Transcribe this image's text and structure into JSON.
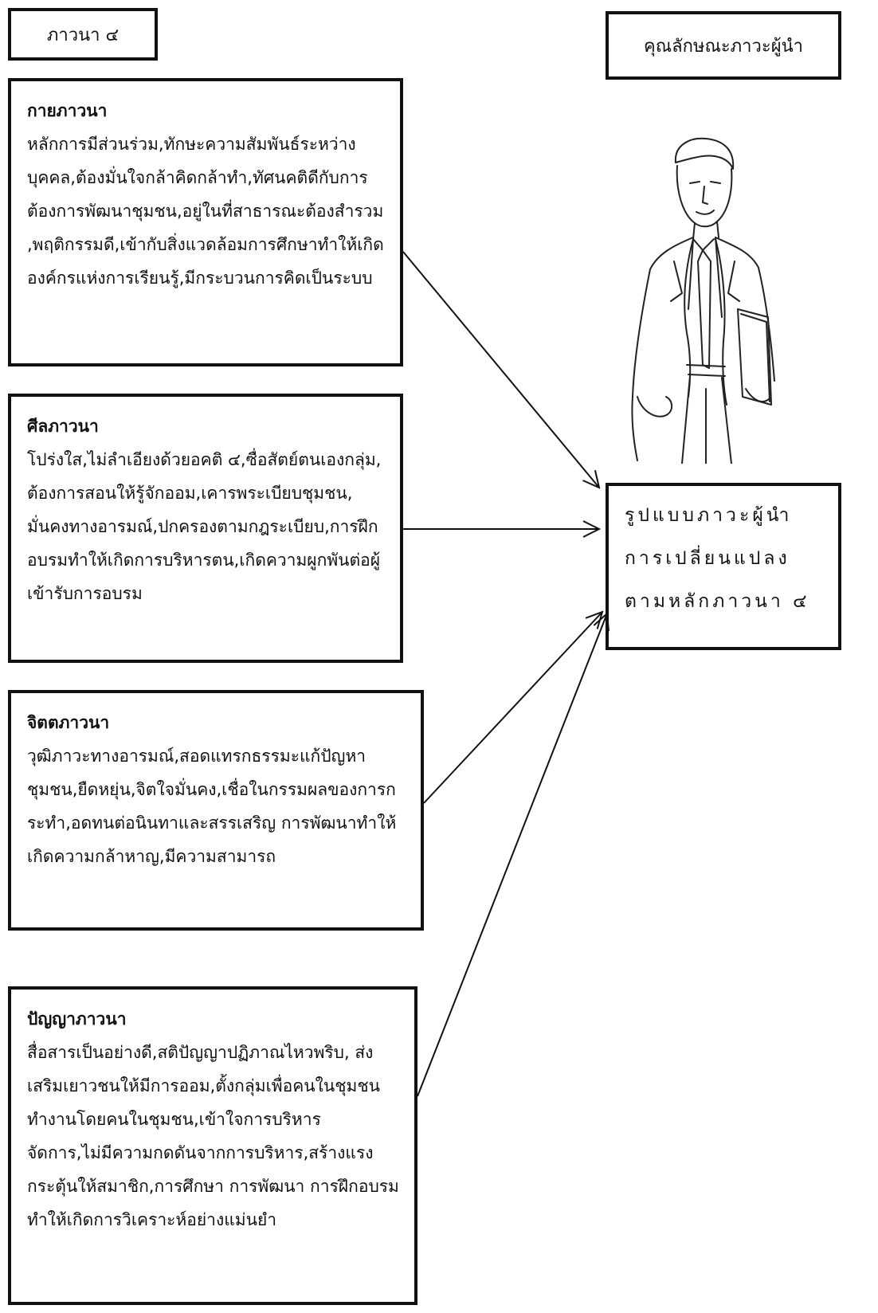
{
  "header_left": "ภาวนา ๔",
  "header_right": "คุณลักษณะภาวะผู้นำ",
  "boxes": [
    {
      "title": "กายภาวนา",
      "text": "หลักการมีส่วนร่วม,ทักษะความสัมพันธ์ระหว่างบุคคล,ต้องมั่นใจกล้าคิดกล้าทำ,ทัศนคติดีกับการต้องการพัฒนาชุมชน,อยู่ในที่สาธารณะต้องสำรวม ,พฤติกรรมดี,เข้ากับสิ่งแวดล้อมการศึกษาทำให้เกิดองค์กรแห่งการเรียนรู้,มีกระบวนการคิดเป็นระบบ"
    },
    {
      "title": "ศีลภาวนา",
      "text": "โปร่งใส,ไม่ลำเอียงด้วยอคติ ๔,ซื่อสัตย์ตนเองกลุ่ม, ต้องการสอนให้รู้จักออม,เคารพระเบียบชุมชน, มั่นคงทางอารมณ์,ปกครองตามกฎระเบียบ,การฝึกอบรมทำให้เกิดการบริหารตน,เกิดความผูกพันต่อผู้เข้ารับการอบรม"
    },
    {
      "title": "จิตตภาวนา",
      "text": "วุฒิภาวะทางอารมณ์,สอดแทรกธรรมะแก้ปัญหาชุมชน,ยืดหยุ่น,จิตใจมั่นคง,เชื่อในกรรมผลของการกระทำ,อดทนต่อนินทาและสรรเสริญ การพัฒนาทำให้เกิดความกล้าหาญ,มีความสามารถ"
    },
    {
      "title": "ปัญญาภาวนา",
      "text": "สื่อสารเป็นอย่างดี,สติปัญญาปฏิภาณไหวพริบ, ส่งเสริมเยาวชนให้มีการออม,ตั้งกลุ่มเพื่อคนในชุมชน ทำงานโดยคนในชุมชน,เข้าใจการบริหารจัดการ,ไม่มีความกดดันจากการบริหาร,สร้างแรงกระตุ้นให้สมาชิก,การศึกษา การพัฒนา การฝึกอบรม ทำให้เกิดการวิเคราะห์อย่างแม่นยำ"
    }
  ],
  "result": "รูปแบบภาวะผู้นำการเปลี่ยนแปลงตามหลักภาวนา ๔",
  "illustration": "businessman-sketch-icon"
}
